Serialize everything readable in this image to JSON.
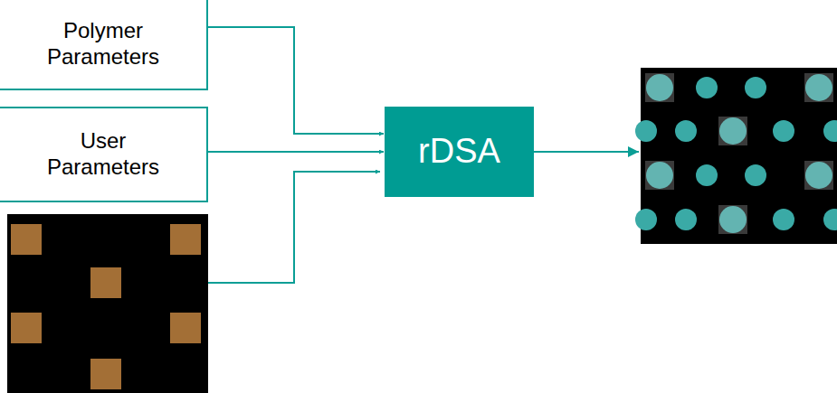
{
  "diagram": {
    "nodes": [
      {
        "text": [
          "Polymer Parameters"
        ]
      },
      {
        "text": [
          "User Parameters"
        ]
      },
      {
        "text": [
          "rDSA"
        ]
      }
    ],
    "edges": [
      {
        "from": 0,
        "to": 2,
        "arrow": "to"
      },
      {
        "from": 1,
        "to": 2,
        "arrow": "to"
      }
    ]
  }
}
